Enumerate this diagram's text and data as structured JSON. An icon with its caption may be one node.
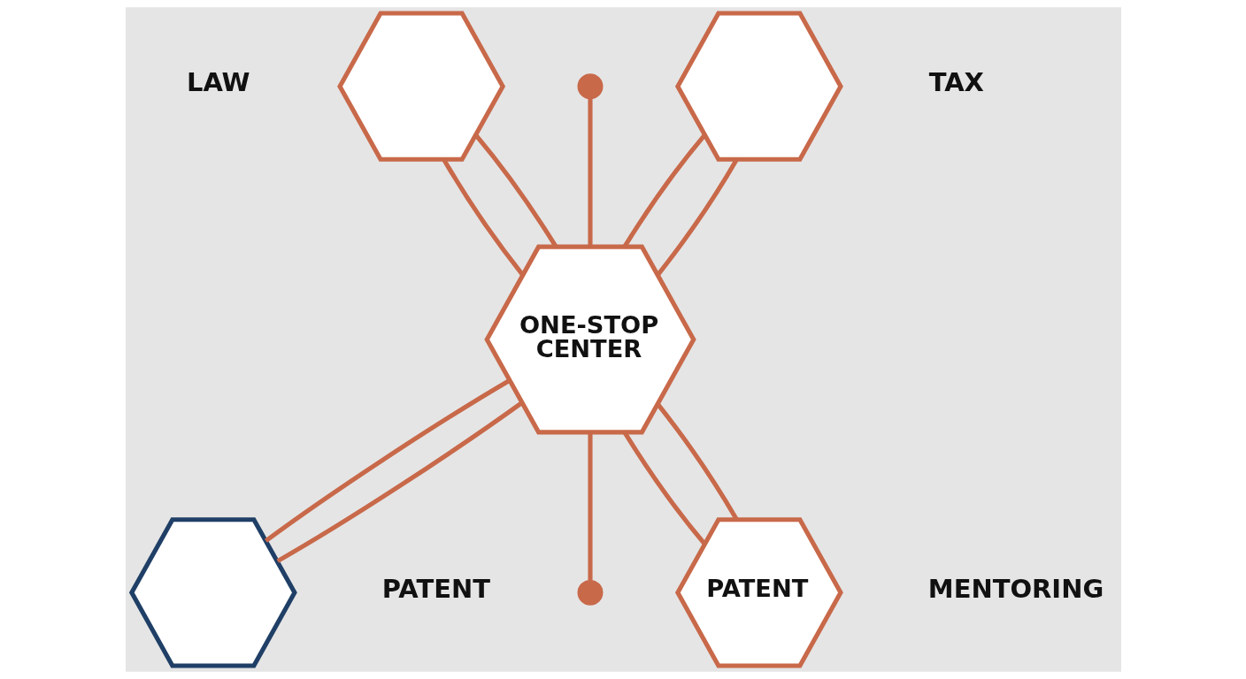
{
  "diagram": {
    "nodes": [
      {
        "text": [],
        "shape": "hexagon",
        "beside": [
          "LAW"
        ]
      },
      {
        "text": [],
        "shape": "circle"
      },
      {
        "text": [],
        "shape": "hexagon",
        "beside": [
          "TAX"
        ]
      },
      {
        "text": [
          "ONE-STOP CENTER"
        ]
      },
      {
        "text": [],
        "shape": "hexagon",
        "beside": [
          "PATENT"
        ]
      },
      {
        "text": [],
        "shape": "circle"
      },
      {
        "text": [
          "PATENT"
        ],
        "beside": [
          "MENTORING"
        ]
      }
    ],
    "edges": [
      {
        "from": 0,
        "to": 3,
        "arrow": "none"
      },
      {
        "from": 0,
        "to": 3,
        "arrow": "none"
      },
      {
        "from": 1,
        "to": 3,
        "arrow": "none"
      },
      {
        "from": 2,
        "to": 3,
        "arrow": "none"
      },
      {
        "from": 2,
        "to": 3,
        "arrow": "none"
      },
      {
        "from": 3,
        "to": 4,
        "arrow": "none"
      },
      {
        "from": 3,
        "to": 4,
        "arrow": "none"
      },
      {
        "from": 3,
        "to": 5,
        "arrow": "none"
      },
      {
        "from": 3,
        "to": 6,
        "arrow": "none"
      },
      {
        "from": 3,
        "to": 6,
        "arrow": "none"
      }
    ]
  }
}
